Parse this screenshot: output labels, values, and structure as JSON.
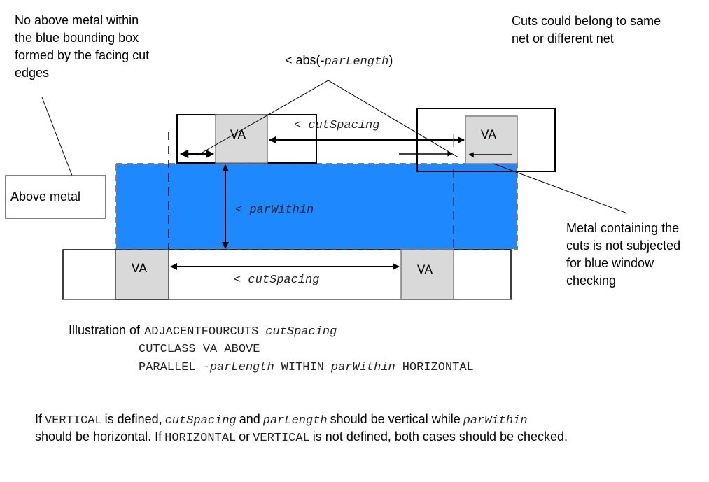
{
  "colors": {
    "blue_window": "#1E88FF",
    "cut_fill": "#D9D9D9",
    "cut_border": "#7F7F7F",
    "line": "#000000",
    "bbox_dash": "#808080"
  },
  "annotations": {
    "top_left": [
      "No above metal within",
      "the blue bounding box",
      "formed by the facing cut",
      "edges"
    ],
    "top_right": [
      "Cuts could belong to same",
      "net or different net"
    ],
    "abs_label": {
      "prefix": "< abs(-",
      "var": "parLength",
      "suffix": ")"
    },
    "above_metal_box": "Above metal",
    "right_note": [
      "Metal containing the",
      "cuts is not subjected",
      "for blue window",
      "checking"
    ]
  },
  "cuts": {
    "label": "VA",
    "top_left": "VA",
    "top_right": "VA",
    "bottom_left": "VA",
    "bottom_right": "VA"
  },
  "dimensions": {
    "cut_spacing_top": {
      "prefix": "< ",
      "var": "cutSpacing"
    },
    "par_within": {
      "prefix": "< ",
      "var": "parWithin"
    },
    "cut_spacing_bottom": {
      "prefix": "< ",
      "var": "cutSpacing"
    }
  },
  "caption": {
    "lead": "Illustration of",
    "line1_keyword": "ADJACENTFOURCUTS",
    "line1_var": "cutSpacing",
    "line2": "CUTCLASS VA ABOVE",
    "line3_keyword": "PARALLEL",
    "line3_var1": "-parLength",
    "line3_keyword2": "WITHIN",
    "line3_var2": "parWithin",
    "line3_keyword3": "HORIZONTAL"
  },
  "footnote": {
    "l1_a": "If",
    "l1_kw": "VERTICAL",
    "l1_b": "is defined,",
    "l1_v1": "cutSpacing",
    "l1_c": "and",
    "l1_v2": "parLength",
    "l1_d": "should be vertical while",
    "l1_v3": "parWithin",
    "l2_a": "should be horizontal. If",
    "l2_kw1": "HORIZONTAL",
    "l2_b": "or",
    "l2_kw2": "VERTICAL",
    "l2_c": "is not defined, both cases should be checked."
  }
}
